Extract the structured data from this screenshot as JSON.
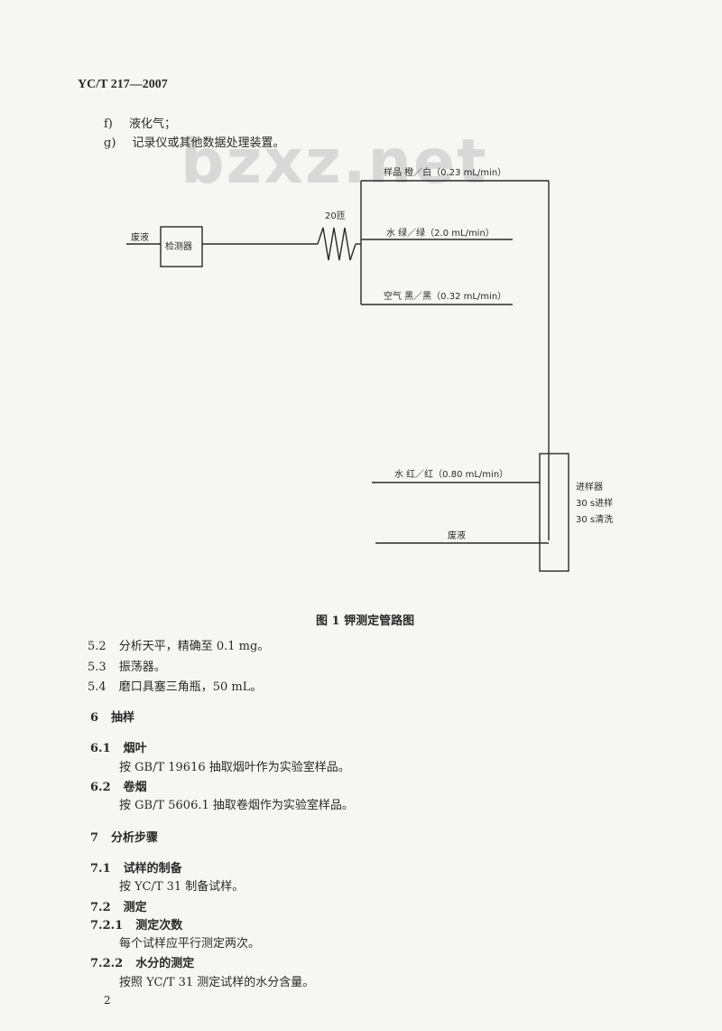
{
  "header": {
    "code": "YC/T 217—2007"
  },
  "watermark": "bzxz.net",
  "list_items": [
    {
      "label": "f)",
      "text": "液化气；"
    },
    {
      "label": "g)",
      "text": "记录仪或其他数据处理装置。"
    }
  ],
  "diagram": {
    "waste_left": "废液",
    "detector": "检测器",
    "coil": "20匝",
    "sample_line": "样品  橙／白（0.23 mL/min）",
    "water_line": "水  绿／绿（2.0 mL/min）",
    "air_line": "空气  黑／黑（0.32 mL/min）",
    "water_red_line": "水  红／红（0.80 mL/min）",
    "waste_bottom": "废液",
    "injector": "进样器",
    "inject_30": "30 s进样",
    "wash_30": "30 s清洗"
  },
  "figure_caption": "图 1   钾测定管路图",
  "sections": [
    {
      "num": "5.2",
      "text": "分析天平，精确至 0.1 mg。"
    },
    {
      "num": "5.3",
      "text": "振荡器。"
    },
    {
      "num": "5.4",
      "text": "磨口具塞三角瓶，50 mL。"
    },
    {
      "num": "6",
      "text": "抽样"
    },
    {
      "num": "6.1",
      "text": "烟叶"
    },
    {
      "num": "",
      "text": "按 GB/T 19616 抽取烟叶作为实验室样品。"
    },
    {
      "num": "6.2",
      "text": "卷烟"
    },
    {
      "num": "",
      "text": "按 GB/T 5606.1 抽取卷烟作为实验室样品。"
    },
    {
      "num": "7",
      "text": "分析步骤"
    },
    {
      "num": "7.1",
      "text": "试样的制备"
    },
    {
      "num": "",
      "text": "按 YC/T 31 制备试样。"
    },
    {
      "num": "7.2",
      "text": "测定"
    },
    {
      "num": "7.2.1",
      "text": "测定次数"
    },
    {
      "num": "",
      "text": "每个试样应平行测定两次。"
    },
    {
      "num": "7.2.2",
      "text": "水分的测定"
    },
    {
      "num": "",
      "text": "按照 YC/T 31 测定试样的水分含量。"
    }
  ],
  "page_number": "2"
}
